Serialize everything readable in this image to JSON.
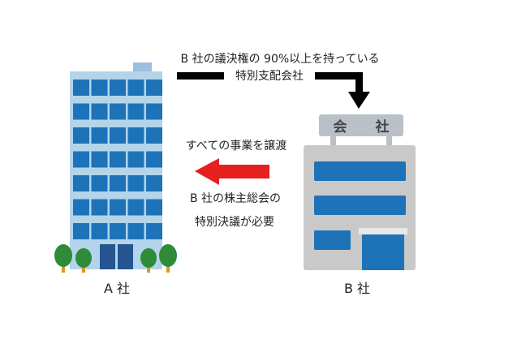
{
  "arrow_top": {
    "line1": "B 社の議決権の 90%以上を持っている",
    "line2": "特別支配会社"
  },
  "arrow_middle": {
    "label": "すべての事業を譲渡",
    "note_line1": "B 社の株主総会の",
    "note_line2": "特別決議が必要"
  },
  "company_a": {
    "label": "A 社"
  },
  "company_b": {
    "label": "B 社",
    "sign_char1": "会",
    "sign_char2": "社"
  },
  "colors": {
    "arrow_black": "#000000",
    "arrow_red": "#e61f1f",
    "glass": "#1e73b8",
    "frame": "#b3d4ea"
  }
}
